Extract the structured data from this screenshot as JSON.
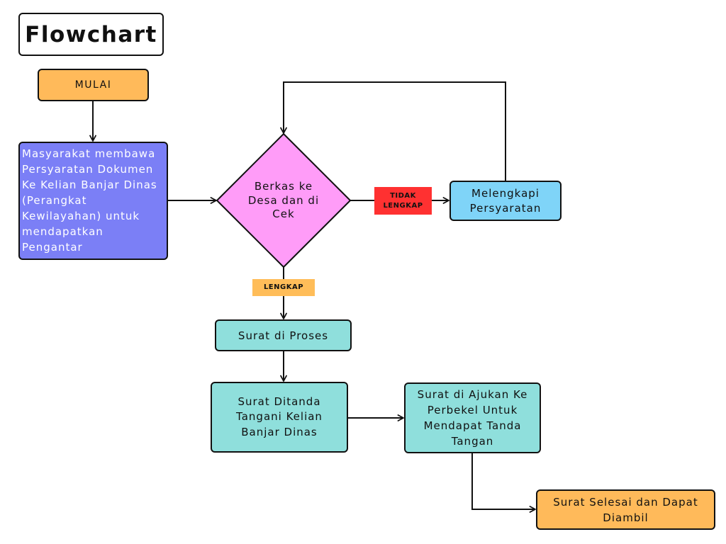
{
  "title": "Flowchart",
  "colors": {
    "start": "#ffba5a",
    "input": "#7b7ff6",
    "decision": "#ff9cf8",
    "retry": "#7fd4f8",
    "process": "#8fdfdc",
    "finish": "#ffba5a",
    "label_incomplete": "#ff3131",
    "label_complete": "#ffbd59"
  },
  "nodes": {
    "start": {
      "label": "MULAI"
    },
    "input": {
      "lines": [
        "Masyarakat membawa",
        "Persyaratan Dokumen",
        "Ke Kelian Banjar Dinas",
        "(Perangkat",
        "Kewilayahan) untuk",
        "mendapatkan",
        "Pengantar"
      ]
    },
    "decision": {
      "lines": [
        "Berkas ke",
        "Desa dan di",
        "Cek"
      ]
    },
    "retry": {
      "lines": [
        "Melengkapi",
        "Persyaratan"
      ]
    },
    "process": {
      "label": "Surat di Proses"
    },
    "signed": {
      "lines": [
        "Surat Ditanda",
        "Tangani Kelian",
        "Banjar Dinas"
      ]
    },
    "submit": {
      "lines": [
        "Surat di Ajukan Ke",
        "Perbekel Untuk",
        "Mendapat Tanda",
        "Tangan"
      ]
    },
    "finish": {
      "lines": [
        "Surat Selesai dan Dapat",
        "Diambil"
      ]
    }
  },
  "edge_labels": {
    "incomplete": [
      "TIDAK",
      "LENGKAP"
    ],
    "complete": "LENGKAP"
  }
}
